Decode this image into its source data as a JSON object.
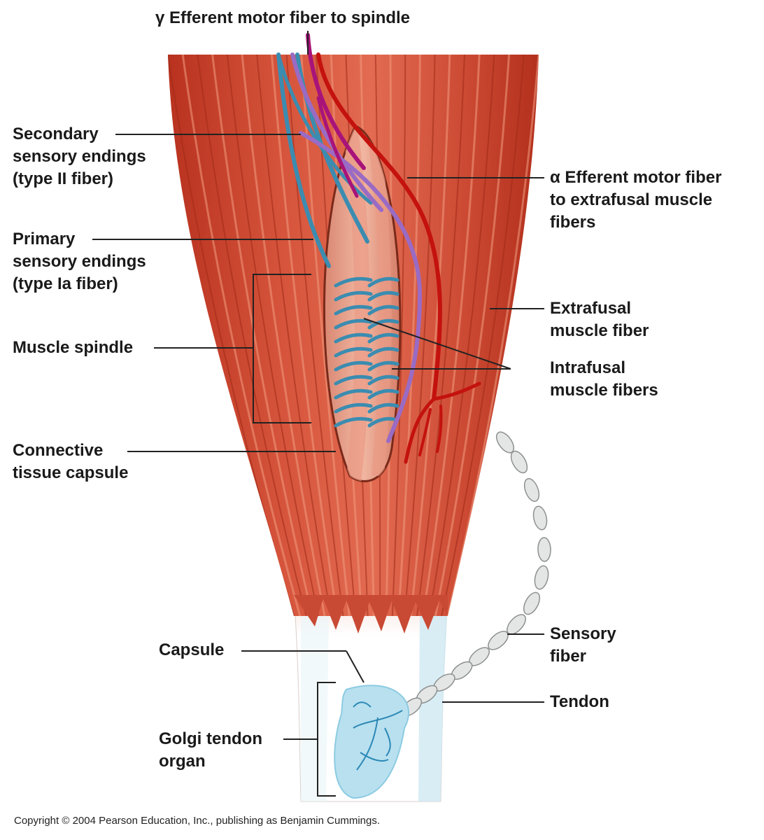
{
  "labels": {
    "gamma": [
      "γ Efferent motor fiber to spindle"
    ],
    "secondary": [
      "Secondary",
      "sensory endings",
      "(type II fiber)"
    ],
    "primary": [
      "Primary",
      "sensory endings",
      "(type Ia fiber)"
    ],
    "spindle": [
      "Muscle spindle"
    ],
    "connective": [
      "Connective",
      "tissue capsule"
    ],
    "alpha": [
      "α Efferent motor fiber",
      "to extrafusal muscle",
      "fibers"
    ],
    "extrafusal": [
      "Extrafusal",
      "muscle fiber"
    ],
    "intrafusal": [
      "Intrafusal",
      "muscle fibers"
    ],
    "capsule": [
      "Capsule"
    ],
    "golgi": [
      "Golgi tendon",
      "organ"
    ],
    "sensory_fiber": [
      "Sensory",
      "fiber"
    ],
    "tendon": [
      "Tendon"
    ]
  },
  "copyright": "Copyright © 2004 Pearson Education, Inc., publishing as Benjamin Cummings.",
  "colors": {
    "muscle": "#c8412c",
    "muscle_light": "#e87f66",
    "sensory_blue": "#3b8cb0",
    "motor_purple": "#9a6bc4",
    "gamma_magenta": "#a8137a",
    "alpha_red": "#c4120e",
    "tendon_blue": "#cfe9f3",
    "leader": "#222222"
  }
}
